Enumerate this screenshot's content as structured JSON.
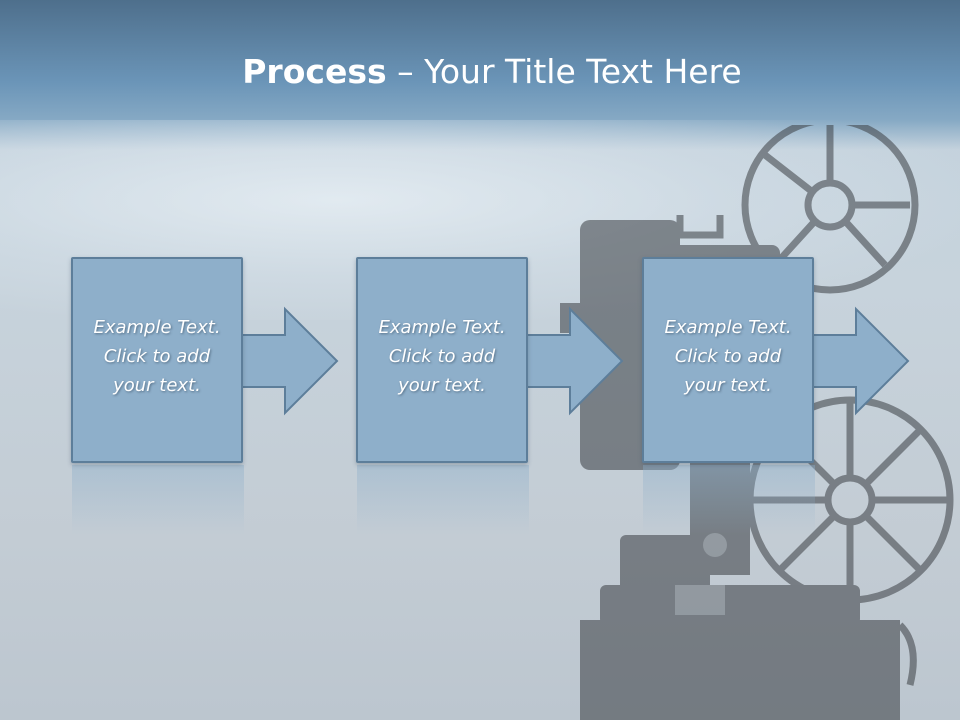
{
  "slide": {
    "title_bold": "Process",
    "title_rest": " – Your Title Text Here"
  },
  "steps": [
    {
      "line1": "Example Text.",
      "line2": "Click  to add",
      "line3": "your text."
    },
    {
      "line1": "Example Text.",
      "line2": "Click  to add",
      "line3": "your text."
    },
    {
      "line1": "Example Text.",
      "line2": "Click  to add",
      "line3": "your text."
    }
  ],
  "colors": {
    "box_fill": "#8eafca",
    "box_border": "#5d7e9a",
    "title_band": "#5f87a8",
    "text": "#ffffff"
  },
  "icons": [
    "film-projector-icon",
    "right-arrow-icon"
  ]
}
